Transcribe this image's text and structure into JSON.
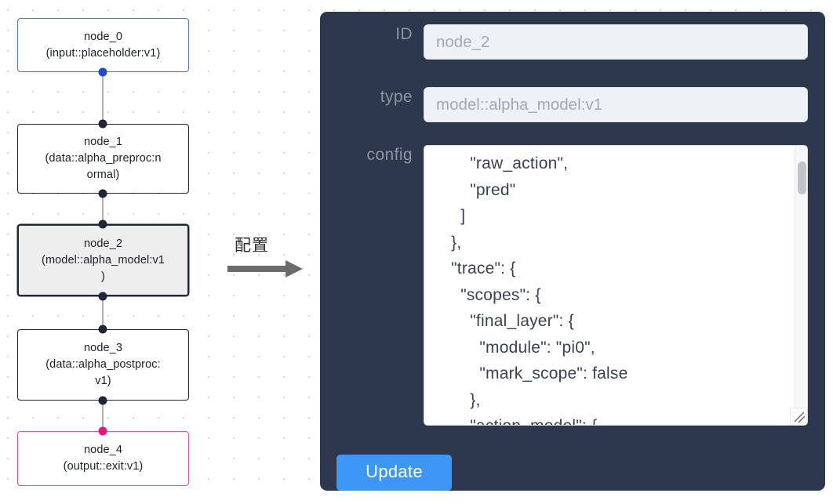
{
  "graph": {
    "nodes": [
      {
        "id": "node_0",
        "title": "node_0",
        "subtitle": "(input::placeholder:v1)",
        "kind": "input",
        "port_color": "#1a49d6",
        "border_color": "#5076c4",
        "selected": false
      },
      {
        "id": "node_1",
        "title": "node_1",
        "subtitle": "(data::alpha_preproc:n",
        "subtitle2": "ormal)",
        "kind": "data",
        "port_color": "#1f2638",
        "border_color": "#1f2430",
        "selected": false
      },
      {
        "id": "node_2",
        "title": "node_2",
        "subtitle": "(model::alpha_model:v1",
        "subtitle2": ")",
        "kind": "model",
        "port_color": "#1f2638",
        "border_color": "#232838",
        "selected": true
      },
      {
        "id": "node_3",
        "title": "node_3",
        "subtitle": "(data::alpha_postproc:",
        "subtitle2": "v1)",
        "kind": "data",
        "port_color": "#1f2638",
        "border_color": "#1f2430",
        "selected": false
      },
      {
        "id": "node_4",
        "title": "node_4",
        "subtitle": "(output::exit:v1)",
        "kind": "output",
        "port_color": "#f0117f",
        "border_color": "#e0529a",
        "selected": false
      }
    ],
    "edges": [
      {
        "from": "node_0",
        "to": "node_1"
      },
      {
        "from": "node_1",
        "to": "node_2"
      },
      {
        "from": "node_2",
        "to": "node_3"
      },
      {
        "from": "node_3",
        "to": "node_4"
      }
    ]
  },
  "annotation": {
    "label": "配置",
    "arrow_icon": "arrow-right-icon",
    "arrow_color": "#6b6b6b"
  },
  "panel": {
    "background": "#2e384c",
    "fields": [
      {
        "label": "ID",
        "value": "node_2"
      },
      {
        "label": "type",
        "value": "model::alpha_model:v1"
      },
      {
        "label": "config",
        "value": ""
      }
    ],
    "id_label": "ID",
    "id_value": "node_2",
    "type_label": "type",
    "type_value": "model::alpha_model:v1",
    "config_label": "config",
    "config_value": "        \"raw_action\",\n        \"pred\"\n      ]\n    },\n    \"trace\": {\n      \"scopes\": {\n        \"final_layer\": {\n          \"module\": \"pi0\",\n          \"mark_scope\": false\n        },\n        \"action_model\": {",
    "update_label": "Update",
    "update_color": "#3d97f7",
    "scrollbar": {
      "name": "vertical-scrollbar",
      "thumb_position": "top"
    },
    "resize_handle": "resize-handle-icon"
  }
}
